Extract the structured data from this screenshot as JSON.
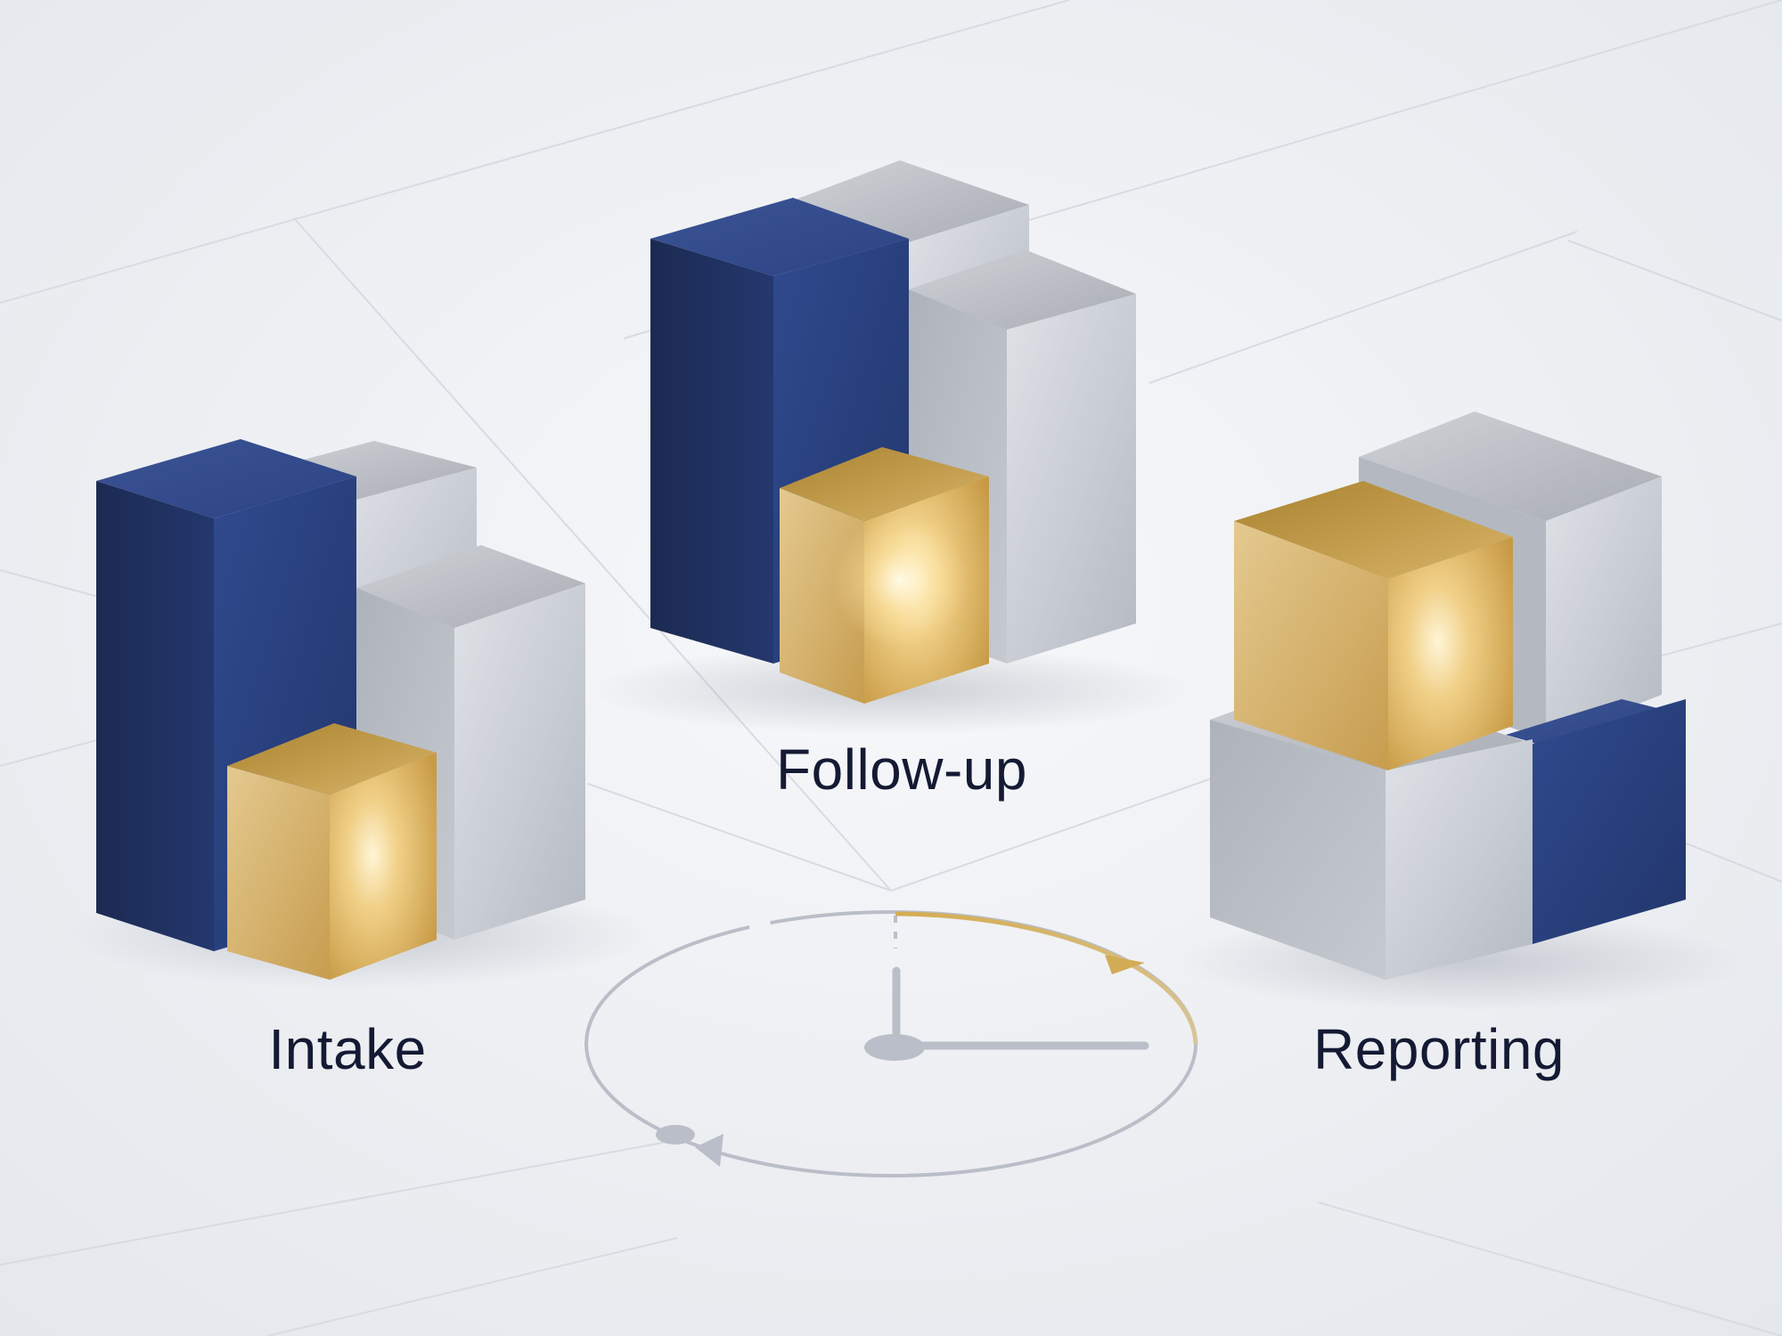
{
  "stages": [
    {
      "label": "Intake"
    },
    {
      "label": "Follow-up"
    },
    {
      "label": "Reporting"
    }
  ],
  "colors": {
    "background": "#eef0f4",
    "navy": "#24386e",
    "silver": "#c3c8d0",
    "gold": "#d9b468",
    "label": "#141a33",
    "cycle_gray": "#b9bec8",
    "cycle_gold": "#d2ac55"
  },
  "icons": {
    "cycle": "clock-cycle-icon",
    "arrow_forward": "arrow-head-gold",
    "arrow_back": "arrow-head-gray"
  }
}
